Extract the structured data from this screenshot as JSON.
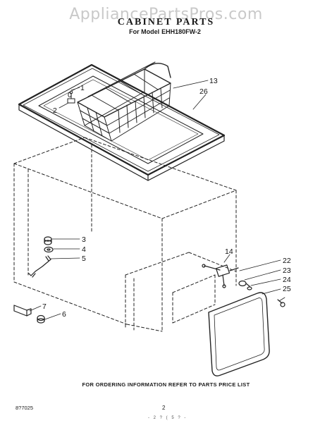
{
  "watermark": "AppliancePartsPros.com",
  "title": "CABINET PARTS",
  "model_prefix": "For Model",
  "model_number": "EHH180FW-2",
  "callouts": {
    "c0": "0",
    "c1": "1",
    "c2": "2",
    "c3": "3",
    "c4": "4",
    "c5": "5",
    "c6": "6",
    "c7": "7",
    "c13": "13",
    "c14": "14",
    "c22": "22",
    "c23": "23",
    "c24": "24",
    "c25": "25",
    "c26": "26"
  },
  "footer_note": "FOR ORDERING INFORMATION REFER TO PARTS PRICE LIST",
  "figure_code": "8?7025",
  "page_number": "2",
  "bottom_stamp": "- 2 ? ( 5 ? -"
}
